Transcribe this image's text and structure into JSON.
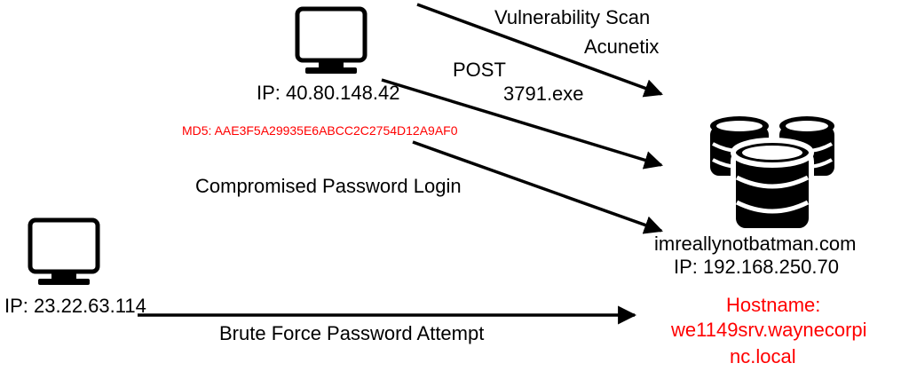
{
  "attacker1": {
    "ip_label": "IP: 40.80.148.42",
    "md5": "MD5: AAE3F5A29935E6ABCC2C2754D12A9AF0",
    "icon": "monitor-icon"
  },
  "attacker2": {
    "ip_label": "IP: 23.22.63.114",
    "icon": "monitor-icon"
  },
  "target": {
    "domain": "imreallynotbatman.com",
    "ip_label": "IP: 192.168.250.70",
    "hostname_lines": [
      "Hostname:",
      "we1149srv.waynecorpi",
      "nc.local"
    ],
    "icon": "database-icon"
  },
  "edges": {
    "scan_line1": "Vulnerability Scan",
    "scan_line2": "Acunetix",
    "post_line1": "POST",
    "post_line2": "3791.exe",
    "login": "Compromised Password Login",
    "brute": "Brute Force Password Attempt"
  },
  "colors": {
    "highlight": "#ff0000",
    "line": "#000000"
  }
}
